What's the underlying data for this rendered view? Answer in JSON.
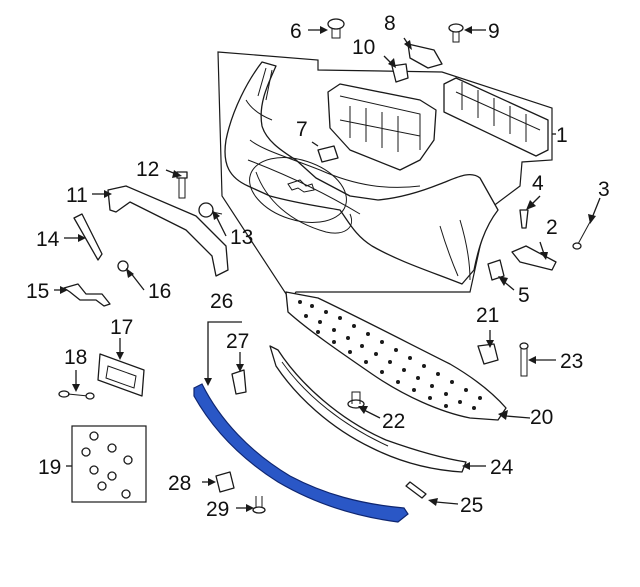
{
  "callouts": {
    "c1": "1",
    "c2": "2",
    "c3": "3",
    "c4": "4",
    "c5": "5",
    "c6": "6",
    "c7": "7",
    "c8": "8",
    "c9": "9",
    "c10": "10",
    "c11": "11",
    "c12": "12",
    "c13": "13",
    "c14": "14",
    "c15": "15",
    "c16": "16",
    "c17": "17",
    "c18": "18",
    "c19": "19",
    "c20": "20",
    "c21": "21",
    "c22": "22",
    "c23": "23",
    "c24": "24",
    "c25": "25",
    "c26": "26",
    "c27": "27",
    "c28": "28",
    "c29": "29"
  },
  "colors": {
    "highlight": "#2a57c6",
    "line": "#1a1a1a"
  },
  "icons": {
    "emblem": "horse-emblem-icon"
  }
}
